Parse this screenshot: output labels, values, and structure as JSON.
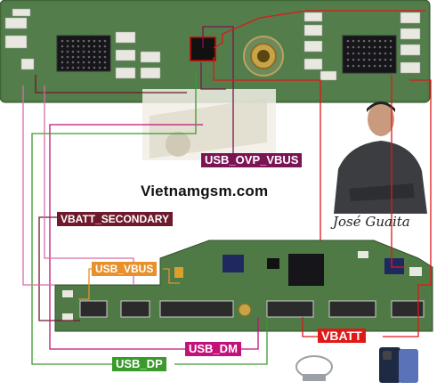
{
  "labels": {
    "usb_ovp_vbus": "USB_OVP_VBUS",
    "vbatt_secondary": "VBATT_SECONDARY",
    "usb_vbus": "USB_VBUS",
    "usb_dm": "USB_DM",
    "vbatt": "VBATT",
    "usb_dp": "USB_DP"
  },
  "watermark": "Vietnamgsm.com",
  "signature": "José Guaita",
  "colors": {
    "pcb": "#4f7a46",
    "usb_ovp_vbus": "#7a1455",
    "vbatt_secondary": "#6e1a2c",
    "usb_vbus": "#e8902a",
    "usb_dm": "#c2127a",
    "vbatt": "#e01818",
    "usb_dp": "#3a9a2c"
  }
}
